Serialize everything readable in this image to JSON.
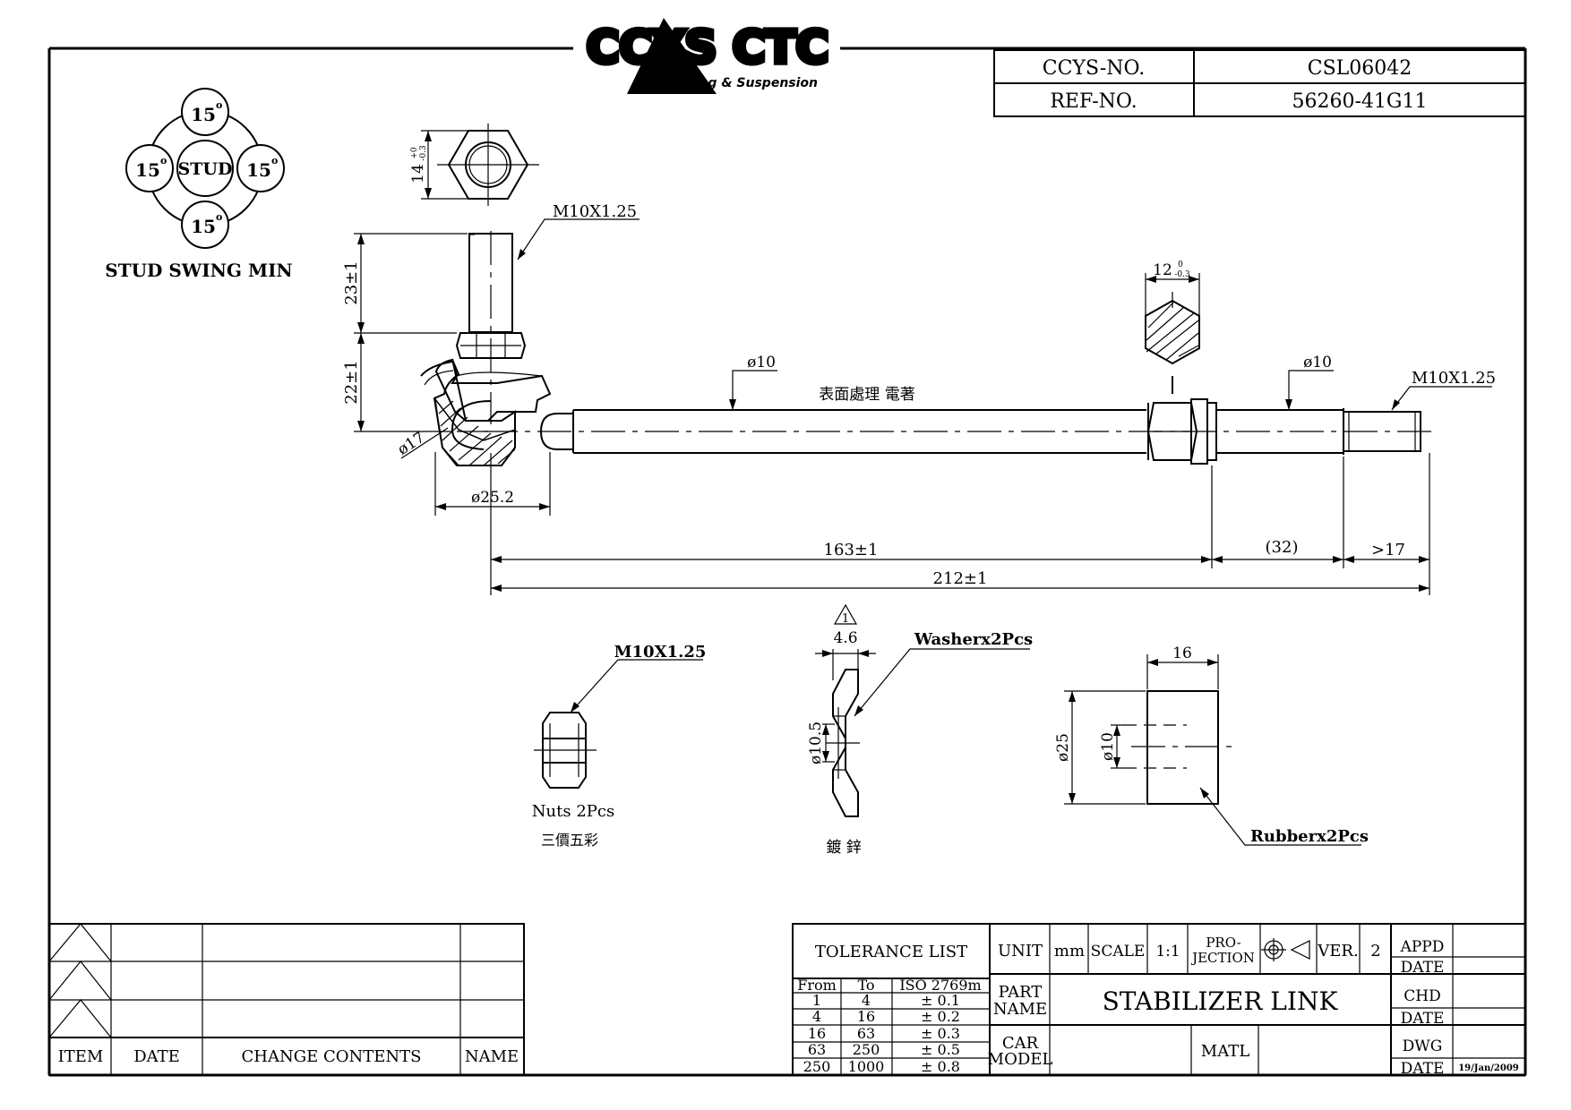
{
  "logo": {
    "text": "CCYS CTC",
    "tagline": "Steering & Suspension"
  },
  "title_block": {
    "ccys_no_label": "CCYS-NO.",
    "ccys_no_value": "CSL06042",
    "ref_no_label": "REF-NO.",
    "ref_no_value": "56260-41G11"
  },
  "stud_swing": {
    "center": "STUD",
    "angles": [
      "15",
      "15",
      "15",
      "15"
    ],
    "degree_mark": "o",
    "caption": "STUD SWING MIN"
  },
  "dimensions": {
    "hex_height": "14",
    "hex_tol_upper": "+0",
    "hex_tol_lower": "-0.3",
    "stud_thread": "M10X1.25",
    "stud_length": "23±1",
    "ball_height": "22±1",
    "ball_dia": "ø17",
    "housing_dia": "ø25.2",
    "hex_flat": "12",
    "hex_flat_tol_upper": "0",
    "hex_flat_tol_lower": "-0.3",
    "rod_dia_left": "ø10",
    "rod_dia_right": "ø10",
    "end_thread": "M10X1.25",
    "surface_note": "表面處理 電著",
    "len_163": "163±1",
    "len_32": "(32)",
    "len_17": ">17",
    "len_212": "212±1"
  },
  "nut": {
    "thread": "M10X1.25",
    "caption": "Nuts 2Pcs",
    "note": "三價五彩"
  },
  "washer": {
    "rev_mark": "1",
    "thickness": "4.6",
    "inner_dia": "ø10.5",
    "caption": "Washerx2Pcs",
    "note": "鍍 鋅"
  },
  "rubber": {
    "width": "16",
    "outer_dia": "ø25",
    "inner_dia": "ø10",
    "caption": "Rubberx2Pcs"
  },
  "revision_table": {
    "headers": [
      "ITEM",
      "DATE",
      "CHANGE CONTENTS",
      "NAME"
    ]
  },
  "tolerance": {
    "title": "TOLERANCE LIST",
    "headers": [
      "From",
      "To",
      "ISO 2769m"
    ],
    "rows": [
      [
        "1",
        "4",
        "± 0.1"
      ],
      [
        "4",
        "16",
        "± 0.2"
      ],
      [
        "16",
        "63",
        "± 0.3"
      ],
      [
        "63",
        "250",
        "± 0.5"
      ],
      [
        "250",
        "1000",
        "± 0.8"
      ]
    ]
  },
  "info": {
    "unit_label": "UNIT",
    "unit_value": "mm",
    "scale_label": "SCALE",
    "scale_value": "1:1",
    "projection_label_1": "PRO-",
    "projection_label_2": "JECTION",
    "ver_label": "VER.",
    "ver_value": "2",
    "part_name_label_1": "PART",
    "part_name_label_2": "NAME",
    "part_name_value": "STABILIZER LINK",
    "car_model_label_1": "CAR",
    "car_model_label_2": "MODEL",
    "matl_label": "MATL",
    "appd_label": "APPD",
    "date_label": "DATE",
    "chd_label": "CHD",
    "dwg_label": "DWG",
    "dwg_date": "19/Jan/2009"
  }
}
